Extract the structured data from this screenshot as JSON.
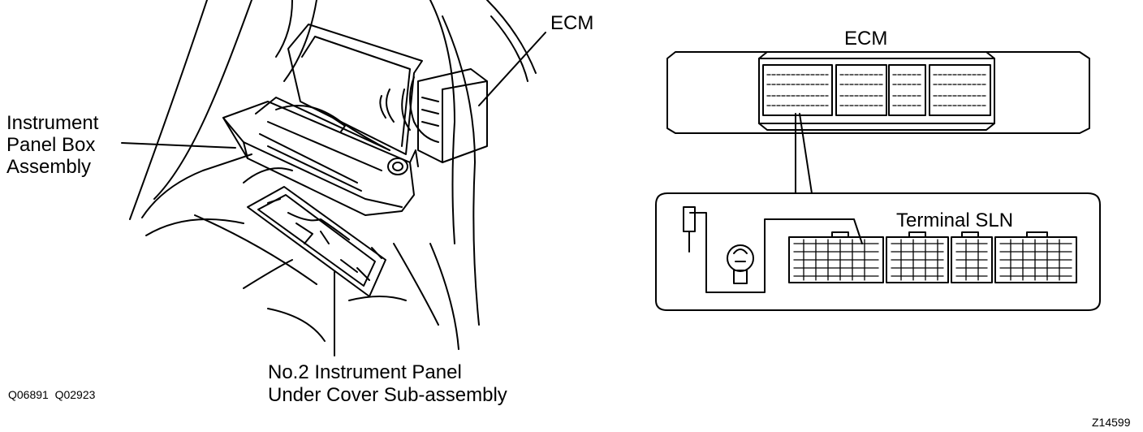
{
  "left_figure": {
    "label_ecm": "ECM",
    "label_box_line1": "Instrument",
    "label_box_line2": "Panel Box",
    "label_box_line3": "Assembly",
    "label_cover_line1": "No.2 Instrument Panel",
    "label_cover_line2": "Under Cover Sub-assembly",
    "code": "Q06891  Q02923"
  },
  "right_figure": {
    "label_ecm": "ECM",
    "label_terminal": "Terminal SLN",
    "code": "Z14599"
  }
}
